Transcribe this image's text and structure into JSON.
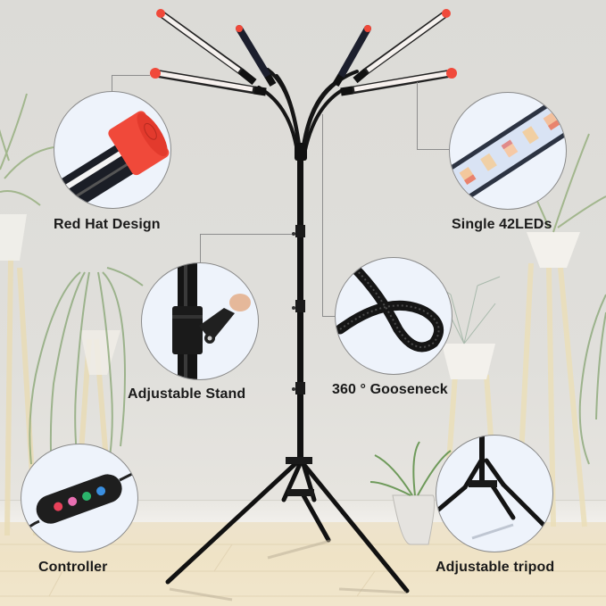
{
  "product": {
    "type": "grow-light-floor-stand",
    "heads": 6
  },
  "colors": {
    "wall": "#dcdbd7",
    "floor": "#efe3c6",
    "callout_bg": "#eef3fb",
    "cap_red": "#f0493a",
    "stand_black": "#111111",
    "text": "#1a1a1a"
  },
  "features": [
    {
      "id": "red-hat",
      "label": "Red Hat Design"
    },
    {
      "id": "leds",
      "label": "Single 42LEDs"
    },
    {
      "id": "stand",
      "label": "Adjustable Stand"
    },
    {
      "id": "gooseneck",
      "label": "360 ° Gooseneck"
    },
    {
      "id": "controller",
      "label": "Controller"
    },
    {
      "id": "tripod",
      "label": "Adjustable tripod"
    }
  ],
  "controller_buttons": [
    "#e8415a",
    "#e86fb2",
    "#2bb46b",
    "#3a8fe0"
  ]
}
